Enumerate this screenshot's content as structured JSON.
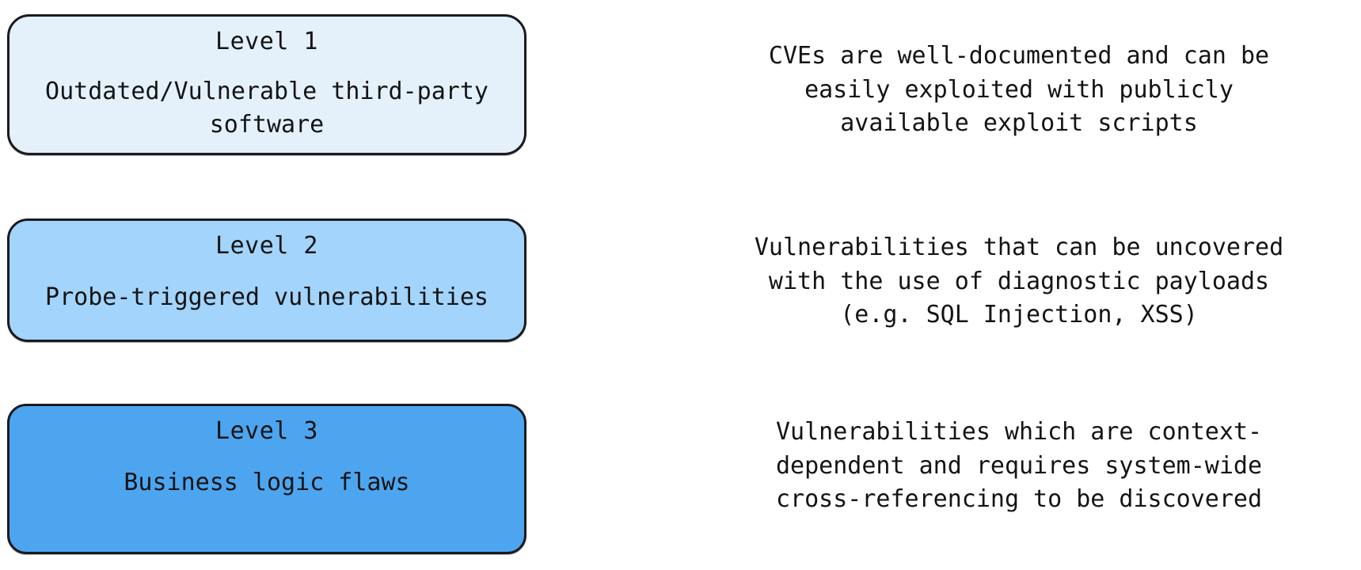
{
  "diagram": {
    "title_hidden": "",
    "levels": [
      {
        "id": "level-1",
        "title": "Level 1",
        "description": "Outdated/Vulnerable third-party software",
        "fill_color": "#e4f1fb",
        "border_color": "#1b1b1f",
        "note_lines": [
          "CVEs are well-documented and can be",
          "easily exploited with publicly",
          "available exploit scripts"
        ]
      },
      {
        "id": "level-2",
        "title": "Level 2",
        "description": "Probe-triggered vulnerabilities",
        "fill_color": "#a3d4fb",
        "border_color": "#1b1b1f",
        "note_lines": [
          "Vulnerabilities that can be uncovered",
          "with the use of diagnostic payloads",
          "(e.g. SQL Injection, XSS)"
        ]
      },
      {
        "id": "level-3",
        "title": "Level 3",
        "description": "Business logic flaws",
        "fill_color": "#4da5f0",
        "border_color": "#1b1b1f",
        "note_lines": [
          "Vulnerabilities which are context-",
          "dependent and requires system-wide",
          "cross-referencing to be discovered"
        ]
      }
    ]
  }
}
